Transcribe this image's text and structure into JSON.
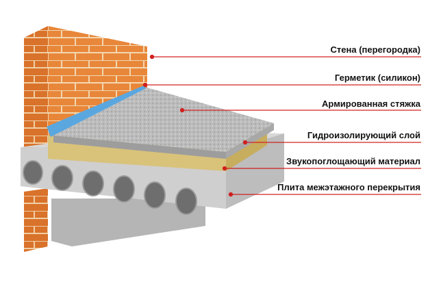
{
  "diagram": {
    "title": "Floor construction layers",
    "labels": [
      {
        "text": "Стена (перегородка)"
      },
      {
        "text": "Герметик (силикон)"
      },
      {
        "text": "Армированная стяжка"
      },
      {
        "text": "Гидроизолирующий слой"
      },
      {
        "text": "Звукопоглощающий материал"
      },
      {
        "text": "Плита межэтажного перекрытия"
      }
    ],
    "colors": {
      "leader": "#d0201e",
      "brick": "#e8873a",
      "mortar": "#f3d7b0",
      "sealant": "#5aa7e0",
      "screed": "#b9b9b9",
      "insulation": "#d9c27a",
      "slab": "#cfcfcf"
    }
  }
}
